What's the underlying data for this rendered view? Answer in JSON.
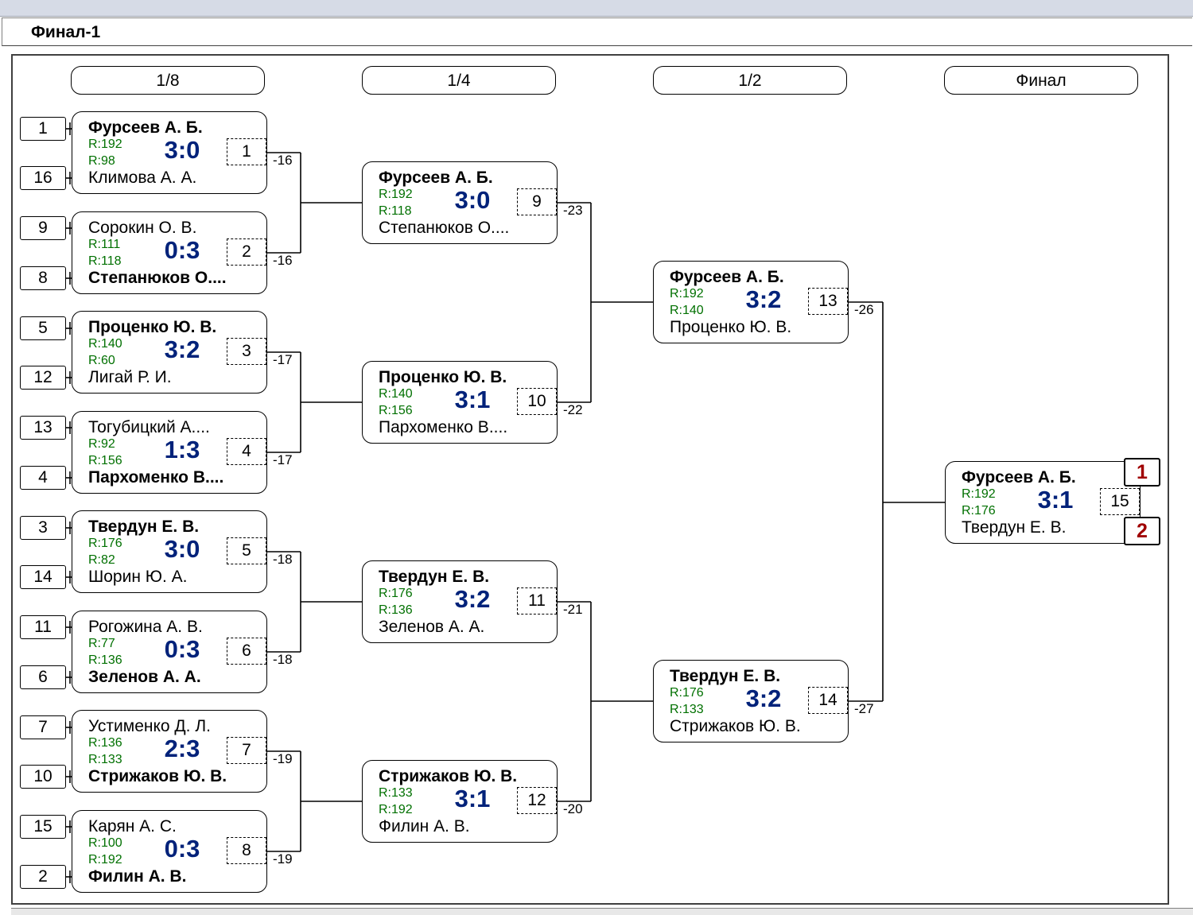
{
  "window": {
    "title": "Финал-1"
  },
  "rounds": [
    "1/8",
    "1/4",
    "1/2",
    "Финал"
  ],
  "seeds": [
    "1",
    "16",
    "9",
    "8",
    "5",
    "12",
    "13",
    "4",
    "3",
    "14",
    "11",
    "6",
    "7",
    "10",
    "15",
    "2"
  ],
  "matches": [
    {
      "num": "1",
      "top": "Фурсеев А. Б.",
      "bottom": "Климова А. А.",
      "winner": "top",
      "r_top": "R:192",
      "r_bottom": "R:98",
      "score": "3:0",
      "loser_to": "-16"
    },
    {
      "num": "2",
      "top": "Сорокин О. В.",
      "bottom": "Степанюков О....",
      "winner": "bottom",
      "r_top": "R:111",
      "r_bottom": "R:118",
      "score": "0:3",
      "loser_to": "-16"
    },
    {
      "num": "3",
      "top": "Проценко Ю. В.",
      "bottom": "Лигай Р. И.",
      "winner": "top",
      "r_top": "R:140",
      "r_bottom": "R:60",
      "score": "3:2",
      "loser_to": "-17"
    },
    {
      "num": "4",
      "top": "Тогубицкий А....",
      "bottom": "Пархоменко В....",
      "winner": "bottom",
      "r_top": "R:92",
      "r_bottom": "R:156",
      "score": "1:3",
      "loser_to": "-17"
    },
    {
      "num": "5",
      "top": "Твердун Е. В.",
      "bottom": "Шорин Ю. А.",
      "winner": "top",
      "r_top": "R:176",
      "r_bottom": "R:82",
      "score": "3:0",
      "loser_to": "-18"
    },
    {
      "num": "6",
      "top": "Рогожина А. В.",
      "bottom": "Зеленов А. А.",
      "winner": "bottom",
      "r_top": "R:77",
      "r_bottom": "R:136",
      "score": "0:3",
      "loser_to": "-18"
    },
    {
      "num": "7",
      "top": "Устименко Д. Л.",
      "bottom": "Стрижаков Ю. В.",
      "winner": "bottom",
      "r_top": "R:136",
      "r_bottom": "R:133",
      "score": "2:3",
      "loser_to": "-19"
    },
    {
      "num": "8",
      "top": "Карян А. С.",
      "bottom": "Филин А. В.",
      "winner": "bottom",
      "r_top": "R:100",
      "r_bottom": "R:192",
      "score": "0:3",
      "loser_to": "-19"
    },
    {
      "num": "9",
      "top": "Фурсеев А. Б.",
      "bottom": "Степанюков О....",
      "winner": "top",
      "r_top": "R:192",
      "r_bottom": "R:118",
      "score": "3:0",
      "loser_to": "-23"
    },
    {
      "num": "10",
      "top": "Проценко Ю. В.",
      "bottom": "Пархоменко В....",
      "winner": "top",
      "r_top": "R:140",
      "r_bottom": "R:156",
      "score": "3:1",
      "loser_to": "-22"
    },
    {
      "num": "11",
      "top": "Твердун Е. В.",
      "bottom": "Зеленов А. А.",
      "winner": "top",
      "r_top": "R:176",
      "r_bottom": "R:136",
      "score": "3:2",
      "loser_to": "-21"
    },
    {
      "num": "12",
      "top": "Стрижаков Ю. В.",
      "bottom": "Филин А. В.",
      "winner": "top",
      "r_top": "R:133",
      "r_bottom": "R:192",
      "score": "3:1",
      "loser_to": "-20"
    },
    {
      "num": "13",
      "top": "Фурсеев А. Б.",
      "bottom": "Проценко Ю. В.",
      "winner": "top",
      "r_top": "R:192",
      "r_bottom": "R:140",
      "score": "3:2",
      "loser_to": "-26"
    },
    {
      "num": "14",
      "top": "Твердун Е. В.",
      "bottom": "Стрижаков Ю. В.",
      "winner": "top",
      "r_top": "R:176",
      "r_bottom": "R:133",
      "score": "3:2",
      "loser_to": "-27"
    },
    {
      "num": "15",
      "top": "Фурсеев А. Б.",
      "bottom": "Твердун Е. В.",
      "winner": "top",
      "r_top": "R:192",
      "r_bottom": "R:176",
      "score": "3:1"
    }
  ],
  "final_places": [
    "1",
    "2"
  ],
  "colors": {
    "score": "#00227a",
    "rating": "#007000",
    "place": "#a00000"
  }
}
